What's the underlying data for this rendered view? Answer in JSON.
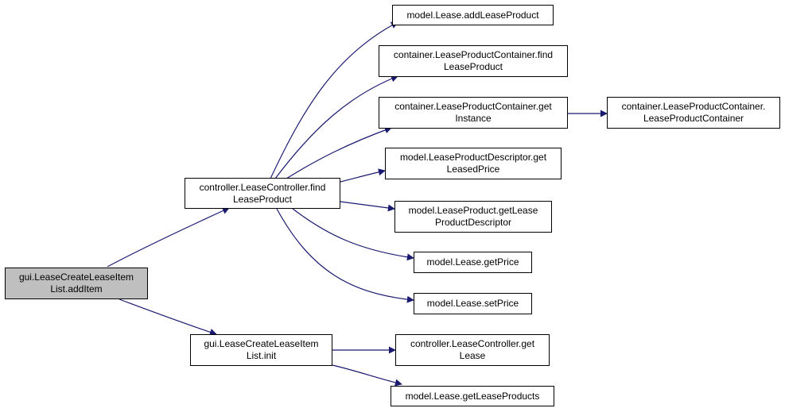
{
  "colors": {
    "edge": "#191970",
    "root_fill": "#bfbfbf",
    "node_fill": "#ffffff",
    "border": "#000000"
  },
  "nodes": {
    "n0": {
      "line1": "gui.LeaseCreateLeaseItem",
      "line2": "List.addItem"
    },
    "n1": {
      "line1": "controller.LeaseController.find",
      "line2": "LeaseProduct"
    },
    "n2": {
      "line1": "gui.LeaseCreateLeaseItem",
      "line2": "List.init"
    },
    "n3": {
      "line1": "model.Lease.addLeaseProduct"
    },
    "n4": {
      "line1": "container.LeaseProductContainer.find",
      "line2": "LeaseProduct"
    },
    "n5": {
      "line1": "container.LeaseProductContainer.get",
      "line2": "Instance"
    },
    "n6": {
      "line1": "container.LeaseProductContainer.",
      "line2": "LeaseProductContainer"
    },
    "n7": {
      "line1": "model.LeaseProductDescriptor.get",
      "line2": "LeasedPrice"
    },
    "n8": {
      "line1": "model.LeaseProduct.getLease",
      "line2": "ProductDescriptor"
    },
    "n9": {
      "line1": "model.Lease.getPrice"
    },
    "n10": {
      "line1": "model.Lease.setPrice"
    },
    "n11": {
      "line1": "controller.LeaseController.get",
      "line2": "Lease"
    },
    "n12": {
      "line1": "model.Lease.getLeaseProducts"
    }
  }
}
